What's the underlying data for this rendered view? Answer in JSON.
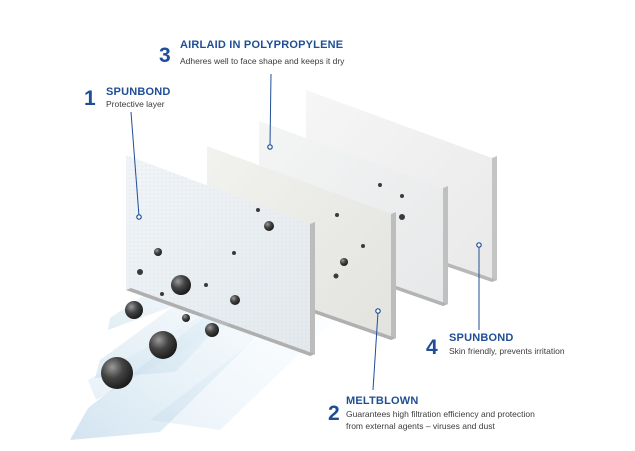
{
  "layers": [
    {
      "number": "1",
      "title": "SPUNBOND",
      "description_lines": [
        "Protective layer"
      ]
    },
    {
      "number": "2",
      "title": "MELTBLOWN",
      "description_lines": [
        "Guarantees high filtration efficiency and protection",
        "from external agents – viruses and dust"
      ]
    },
    {
      "number": "3",
      "title": "AIRLAID IN POLYPROPYLENE",
      "description_lines": [
        "Adheres well to face shape and keeps it dry"
      ]
    },
    {
      "number": "4",
      "title": "SPUNBOND",
      "description_lines": [
        "Skin friendly, prevents irritation"
      ]
    }
  ],
  "colors": {
    "accent": "#1f4e96",
    "text": "#3c3c3c",
    "particle": "#333333",
    "panel_edge": "#b8b8b8"
  },
  "icons": [
    "particle-icon",
    "airflow-icon",
    "callout-dot-icon"
  ]
}
